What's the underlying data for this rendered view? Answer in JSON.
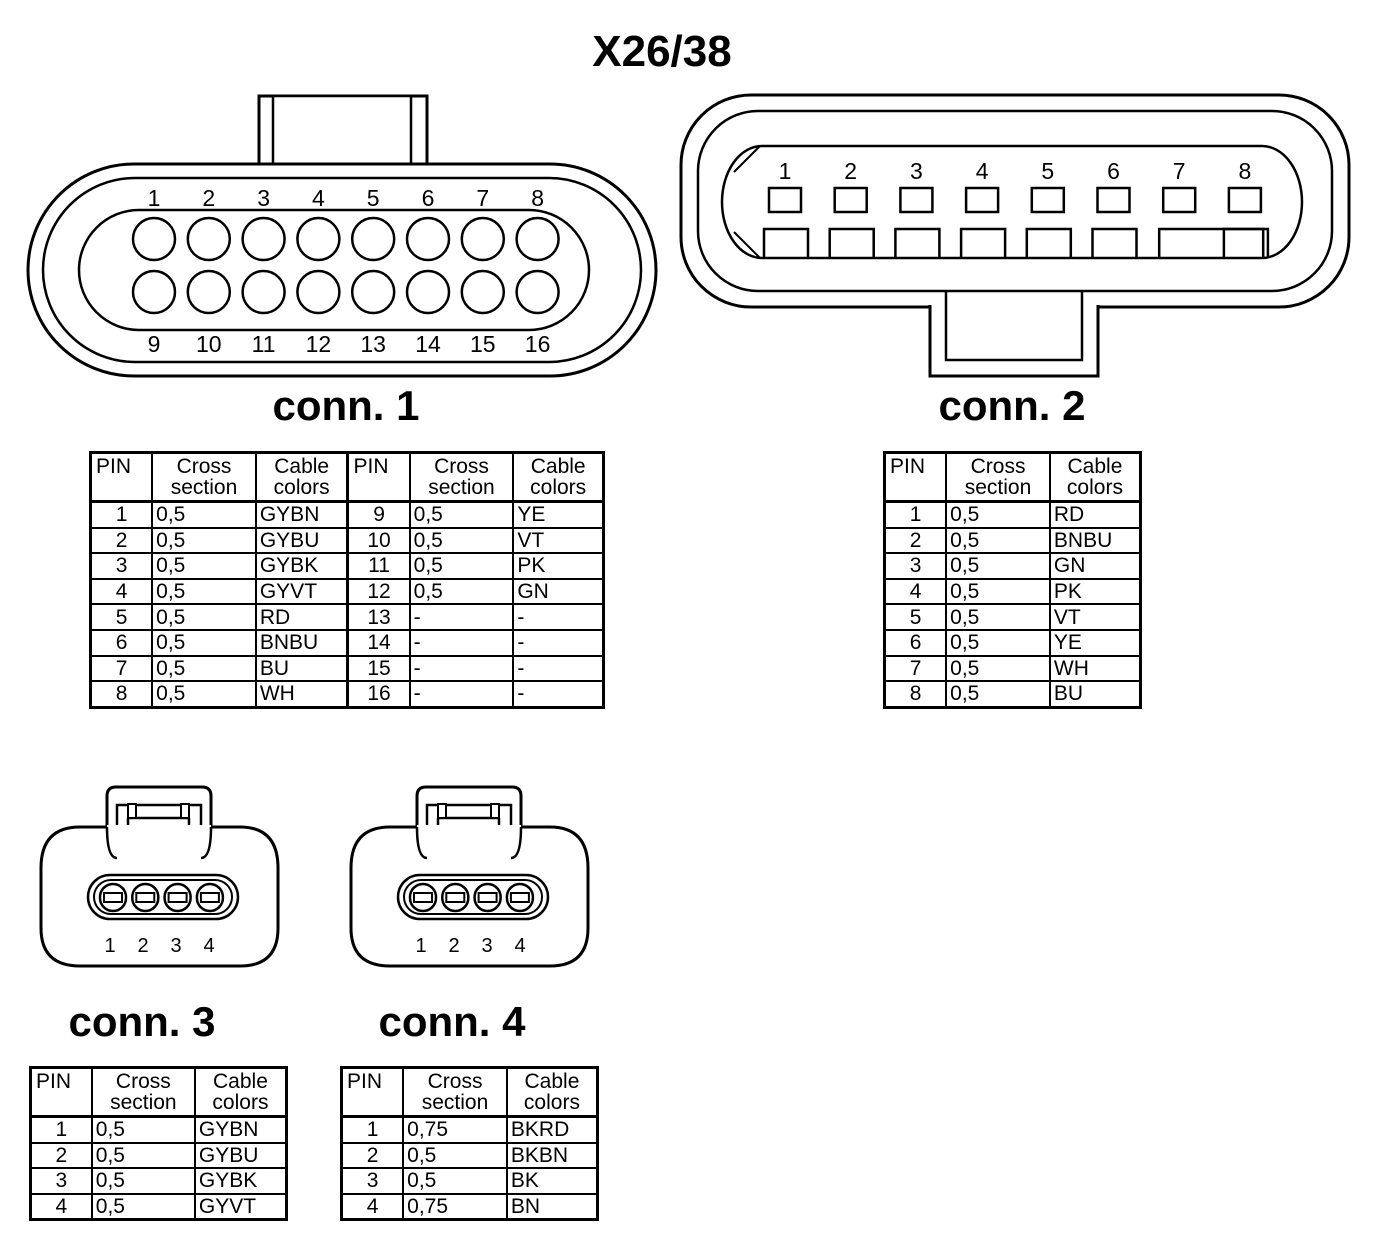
{
  "title": "X26/38",
  "connectors": [
    {
      "label": "conn. 1",
      "pin_numbers_top": [
        "1",
        "2",
        "3",
        "4",
        "5",
        "6",
        "7",
        "8"
      ],
      "pin_numbers_bottom": [
        "9",
        "10",
        "11",
        "12",
        "13",
        "14",
        "15",
        "16"
      ],
      "table": {
        "headers": [
          [
            "PIN"
          ],
          [
            "Cross",
            "section"
          ],
          [
            "Cable",
            "colors"
          ],
          [
            "PIN"
          ],
          [
            "Cross",
            "section"
          ],
          [
            "Cable",
            "colors"
          ]
        ],
        "rows": [
          [
            "1",
            "0,5",
            "GYBN",
            "9",
            "0,5",
            "YE"
          ],
          [
            "2",
            "0,5",
            "GYBU",
            "10",
            "0,5",
            "VT"
          ],
          [
            "3",
            "0,5",
            "GYBK",
            "11",
            "0,5",
            "PK"
          ],
          [
            "4",
            "0,5",
            "GYVT",
            "12",
            "0,5",
            "GN"
          ],
          [
            "5",
            "0,5",
            "RD",
            "13",
            "-",
            "-"
          ],
          [
            "6",
            "0,5",
            "BNBU",
            "14",
            "-",
            "-"
          ],
          [
            "7",
            "0,5",
            "BU",
            "15",
            "-",
            "-"
          ],
          [
            "8",
            "0,5",
            "WH",
            "16",
            "-",
            "-"
          ]
        ]
      }
    },
    {
      "label": "conn. 2",
      "pin_numbers_top": [
        "1",
        "2",
        "3",
        "4",
        "5",
        "6",
        "7",
        "8"
      ],
      "table": {
        "headers": [
          [
            "PIN"
          ],
          [
            "Cross",
            "section"
          ],
          [
            "Cable",
            "colors"
          ]
        ],
        "rows": [
          [
            "1",
            "0,5",
            "RD"
          ],
          [
            "2",
            "0,5",
            "BNBU"
          ],
          [
            "3",
            "0,5",
            "GN"
          ],
          [
            "4",
            "0,5",
            "PK"
          ],
          [
            "5",
            "0,5",
            "VT"
          ],
          [
            "6",
            "0,5",
            "YE"
          ],
          [
            "7",
            "0,5",
            "WH"
          ],
          [
            "8",
            "0,5",
            "BU"
          ]
        ]
      }
    },
    {
      "label": "conn. 3",
      "pin_numbers_top": [
        "1",
        "2",
        "3",
        "4"
      ],
      "table": {
        "headers": [
          [
            "PIN"
          ],
          [
            "Cross",
            "section"
          ],
          [
            "Cable",
            "colors"
          ]
        ],
        "rows": [
          [
            "1",
            "0,5",
            "GYBN"
          ],
          [
            "2",
            "0,5",
            "GYBU"
          ],
          [
            "3",
            "0,5",
            "GYBK"
          ],
          [
            "4",
            "0,5",
            "GYVT"
          ]
        ]
      }
    },
    {
      "label": "conn. 4",
      "pin_numbers_top": [
        "1",
        "2",
        "3",
        "4"
      ],
      "table": {
        "headers": [
          [
            "PIN"
          ],
          [
            "Cross",
            "section"
          ],
          [
            "Cable",
            "colors"
          ]
        ],
        "rows": [
          [
            "1",
            "0,75",
            "BKRD"
          ],
          [
            "2",
            "0,5",
            "BKBN"
          ],
          [
            "3",
            "0,5",
            "BK"
          ],
          [
            "4",
            "0,75",
            "BN"
          ]
        ]
      }
    }
  ]
}
